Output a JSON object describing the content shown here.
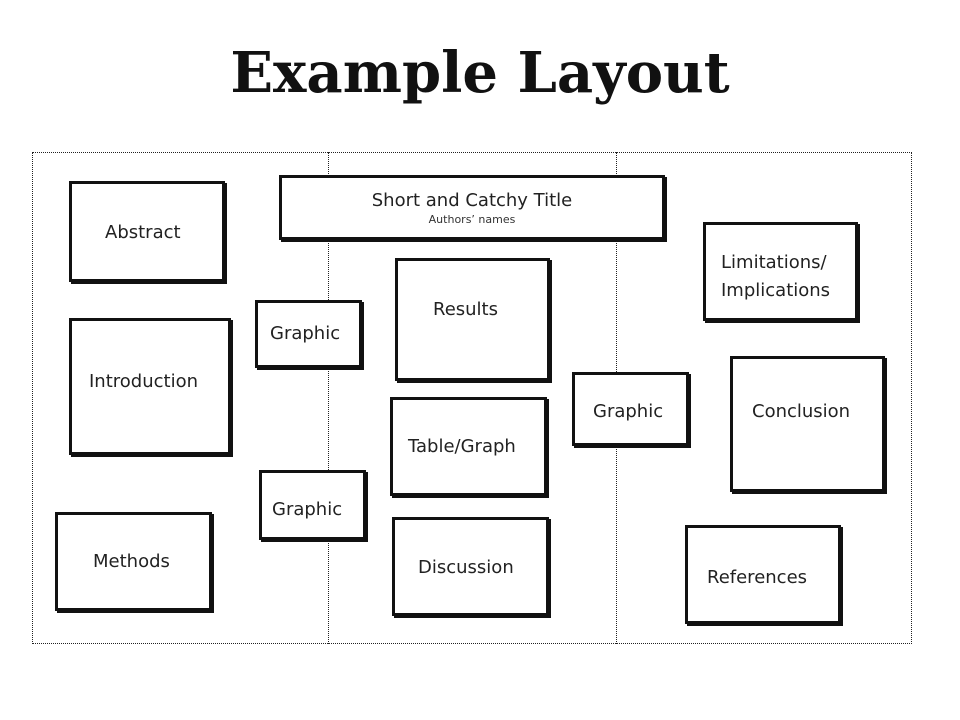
{
  "heading": "Example Layout",
  "boxes": {
    "abstract": "Abstract",
    "title_main": "Short and Catchy Title",
    "title_sub": "Authors’ names",
    "limitations": "Limitations/\nImplications",
    "introduction": "Introduction",
    "graphic_left_top": "Graphic",
    "results": "Results",
    "graphic_right": "Graphic",
    "conclusion": "Conclusion",
    "table_graph": "Table/Graph",
    "graphic_left_bottom": "Graphic",
    "methods": "Methods",
    "discussion": "Discussion",
    "references": "References"
  }
}
